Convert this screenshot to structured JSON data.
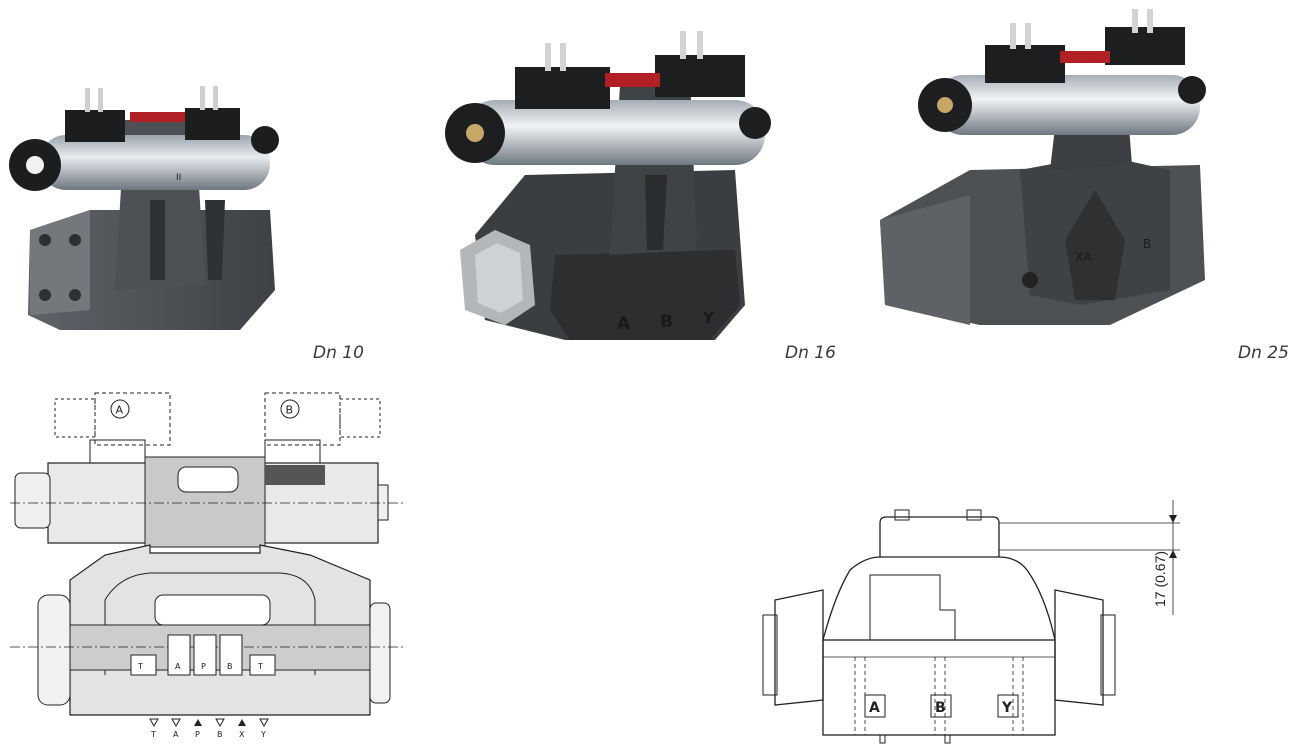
{
  "captions": {
    "dn10": "Dn 10",
    "dn16": "Dn 16",
    "dn25": "Dn 25"
  },
  "section": {
    "solenoid_a": "A",
    "solenoid_b": "B",
    "chamber_t_left": "T",
    "chamber_a": "A",
    "chamber_p": "P",
    "chamber_b": "B",
    "chamber_t_right": "T",
    "ports": [
      "T",
      "A",
      "P",
      "B",
      "X",
      "Y"
    ]
  },
  "outline": {
    "port_a": "A",
    "port_b": "B",
    "port_y": "Y",
    "dimension": "17 (0.67)"
  },
  "body_marks": {
    "dn16_a": "A",
    "dn16_b": "B",
    "dn16_y": "Y",
    "dn25_xa": "XA",
    "dn25_b": "B",
    "dn10_mark": "II"
  }
}
